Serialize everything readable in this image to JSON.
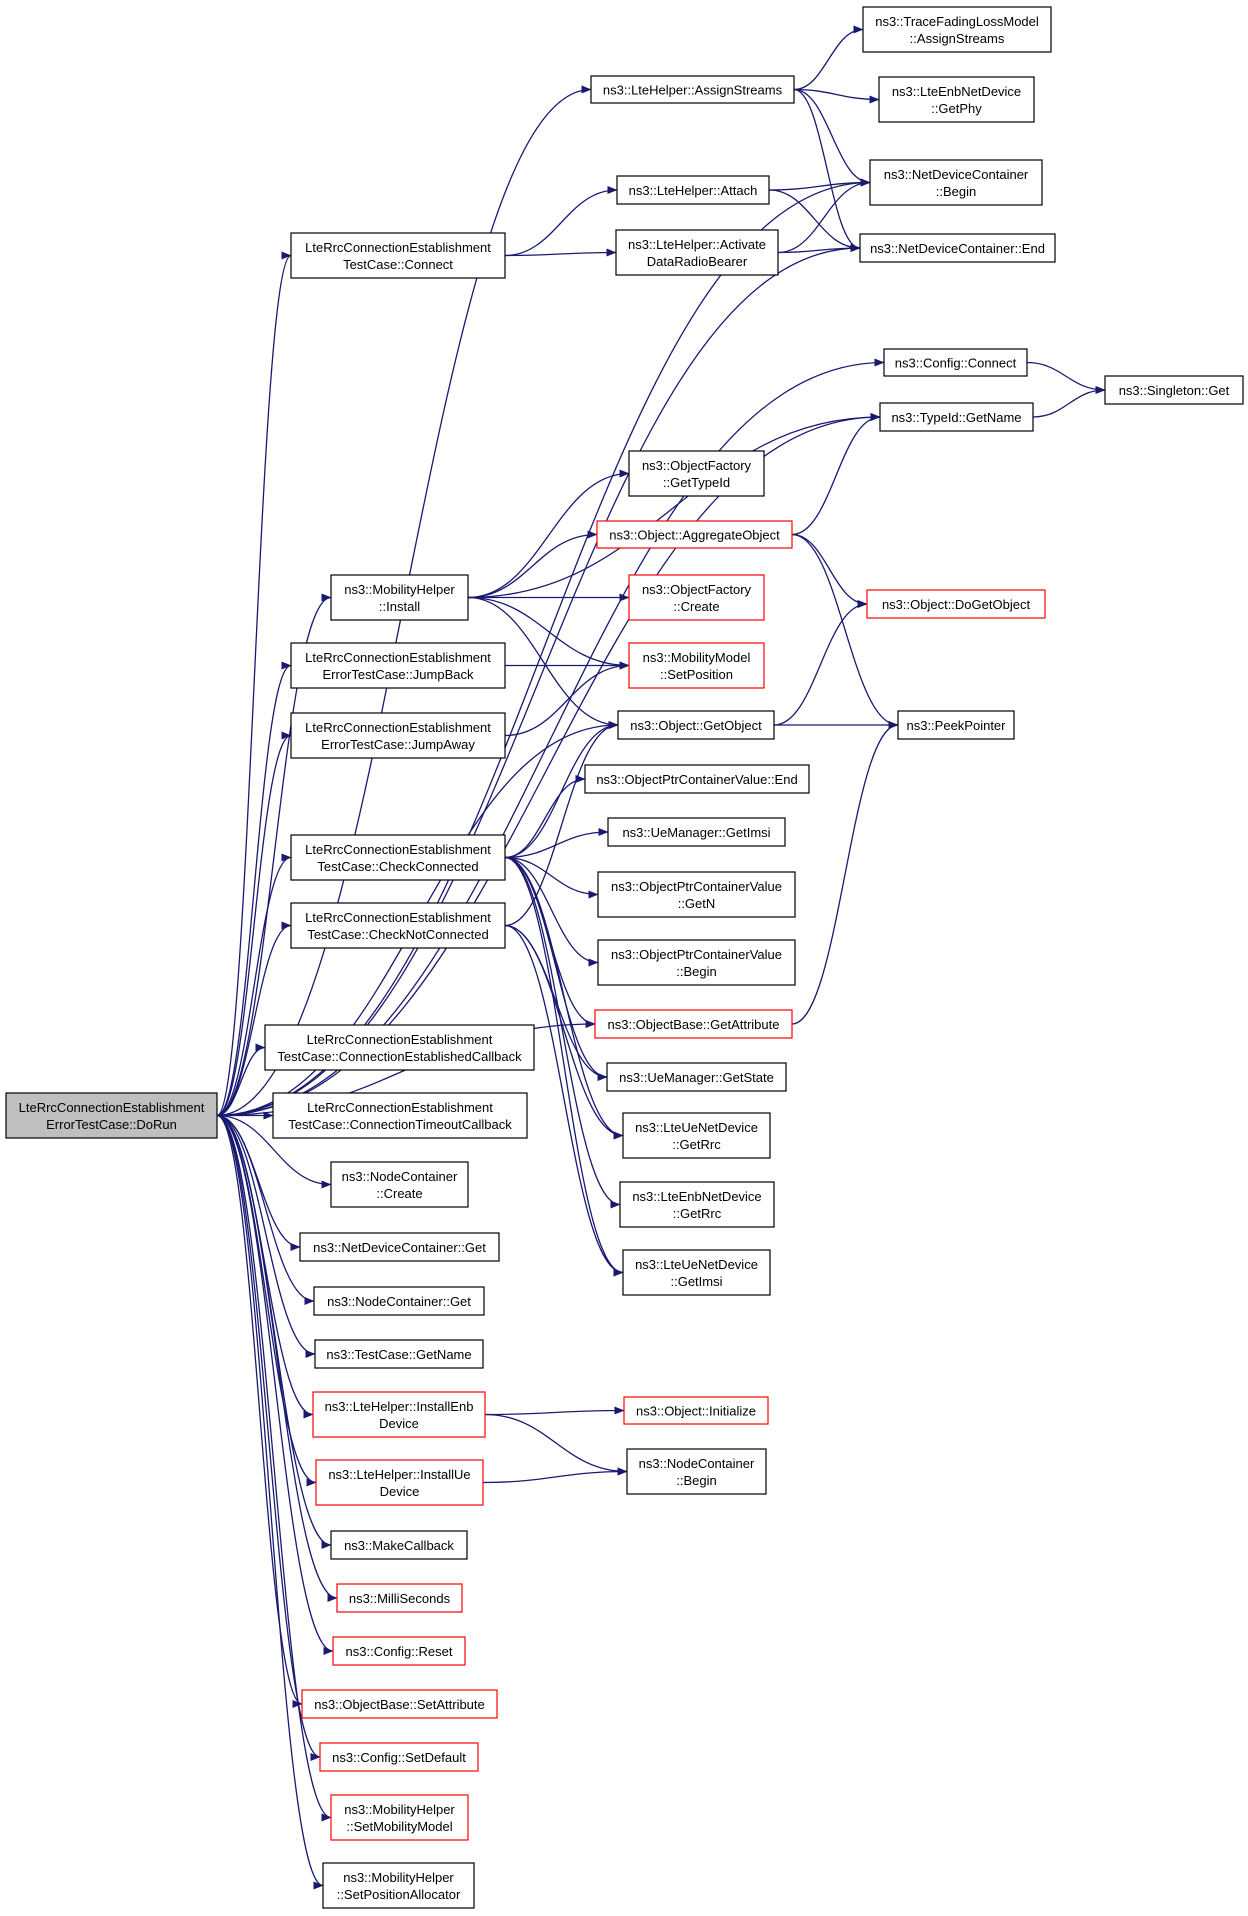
{
  "colors": {
    "edge": "#191970",
    "box_border": "#000000",
    "red_border": "#ff0000",
    "root_fill": "#bfbfbf",
    "box_fill": "#ffffff"
  },
  "nodes": [
    {
      "id": "doRun",
      "lines": [
        "LteRrcConnectionEstablishment",
        "ErrorTestCase::DoRun"
      ],
      "style": "root"
    },
    {
      "id": "connect",
      "lines": [
        "LteRrcConnectionEstablishment",
        "TestCase::Connect"
      ],
      "style": "normal"
    },
    {
      "id": "mhInstall",
      "lines": [
        "ns3::MobilityHelper",
        "::Install"
      ],
      "style": "normal"
    },
    {
      "id": "jumpBack",
      "lines": [
        "LteRrcConnectionEstablishment",
        "ErrorTestCase::JumpBack"
      ],
      "style": "normal"
    },
    {
      "id": "jumpAway",
      "lines": [
        "LteRrcConnectionEstablishment",
        "ErrorTestCase::JumpAway"
      ],
      "style": "normal"
    },
    {
      "id": "checkConnected",
      "lines": [
        "LteRrcConnectionEstablishment",
        "TestCase::CheckConnected"
      ],
      "style": "normal"
    },
    {
      "id": "checkNotConnected",
      "lines": [
        "LteRrcConnectionEstablishment",
        "TestCase::CheckNotConnected"
      ],
      "style": "normal"
    },
    {
      "id": "connEstCb",
      "lines": [
        "LteRrcConnectionEstablishment",
        "TestCase::ConnectionEstablishedCallback"
      ],
      "style": "normal"
    },
    {
      "id": "connTimeoutCb",
      "lines": [
        "LteRrcConnectionEstablishment",
        "TestCase::ConnectionTimeoutCallback"
      ],
      "style": "normal"
    },
    {
      "id": "ncCreate",
      "lines": [
        "ns3::NodeContainer",
        "::Create"
      ],
      "style": "normal"
    },
    {
      "id": "ndcGet",
      "lines": [
        "ns3::NetDeviceContainer::Get"
      ],
      "style": "normal"
    },
    {
      "id": "ncGet",
      "lines": [
        "ns3::NodeContainer::Get"
      ],
      "style": "normal"
    },
    {
      "id": "tcGetName",
      "lines": [
        "ns3::TestCase::GetName"
      ],
      "style": "normal"
    },
    {
      "id": "installEnb",
      "lines": [
        "ns3::LteHelper::InstallEnb",
        "Device"
      ],
      "style": "red"
    },
    {
      "id": "installUe",
      "lines": [
        "ns3::LteHelper::InstallUe",
        "Device"
      ],
      "style": "red"
    },
    {
      "id": "makeCallback",
      "lines": [
        "ns3::MakeCallback"
      ],
      "style": "normal"
    },
    {
      "id": "milliSeconds",
      "lines": [
        "ns3::MilliSeconds"
      ],
      "style": "red"
    },
    {
      "id": "configReset",
      "lines": [
        "ns3::Config::Reset"
      ],
      "style": "red"
    },
    {
      "id": "obSetAttribute",
      "lines": [
        "ns3::ObjectBase::SetAttribute"
      ],
      "style": "red"
    },
    {
      "id": "configSetDefault",
      "lines": [
        "ns3::Config::SetDefault"
      ],
      "style": "red"
    },
    {
      "id": "setMobilityModel",
      "lines": [
        "ns3::MobilityHelper",
        "::SetMobilityModel"
      ],
      "style": "red"
    },
    {
      "id": "setPosAlloc",
      "lines": [
        "ns3::MobilityHelper",
        "::SetPositionAllocator"
      ],
      "style": "normal"
    },
    {
      "id": "assignStreams",
      "lines": [
        "ns3::LteHelper::AssignStreams"
      ],
      "style": "normal"
    },
    {
      "id": "lteAttach",
      "lines": [
        "ns3::LteHelper::Attach"
      ],
      "style": "normal"
    },
    {
      "id": "activateDRB",
      "lines": [
        "ns3::LteHelper::Activate",
        "DataRadioBearer"
      ],
      "style": "normal"
    },
    {
      "id": "traceFading",
      "lines": [
        "ns3::TraceFadingLossModel",
        "::AssignStreams"
      ],
      "style": "normal"
    },
    {
      "id": "enbGetPhy",
      "lines": [
        "ns3::LteEnbNetDevice",
        "::GetPhy"
      ],
      "style": "normal"
    },
    {
      "id": "ndcBegin",
      "lines": [
        "ns3::NetDeviceContainer",
        "::Begin"
      ],
      "style": "normal"
    },
    {
      "id": "ndcEnd",
      "lines": [
        "ns3::NetDeviceContainer::End"
      ],
      "style": "normal"
    },
    {
      "id": "configConnect",
      "lines": [
        "ns3::Config::Connect"
      ],
      "style": "normal"
    },
    {
      "id": "singletonGet",
      "lines": [
        "ns3::Singleton::Get"
      ],
      "style": "normal"
    },
    {
      "id": "typeIdGetName",
      "lines": [
        "ns3::TypeId::GetName"
      ],
      "style": "normal"
    },
    {
      "id": "ofGetTypeId",
      "lines": [
        "ns3::ObjectFactory",
        "::GetTypeId"
      ],
      "style": "normal"
    },
    {
      "id": "aggregateObject",
      "lines": [
        "ns3::Object::AggregateObject"
      ],
      "style": "red"
    },
    {
      "id": "ofCreate",
      "lines": [
        "ns3::ObjectFactory",
        "::Create"
      ],
      "style": "red"
    },
    {
      "id": "doGetObject",
      "lines": [
        "ns3::Object::DoGetObject"
      ],
      "style": "red"
    },
    {
      "id": "mmSetPosition",
      "lines": [
        "ns3::MobilityModel",
        "::SetPosition"
      ],
      "style": "red"
    },
    {
      "id": "objGetObject",
      "lines": [
        "ns3::Object::GetObject"
      ],
      "style": "normal"
    },
    {
      "id": "peekPointer",
      "lines": [
        "ns3::PeekPointer"
      ],
      "style": "normal"
    },
    {
      "id": "opcvEnd",
      "lines": [
        "ns3::ObjectPtrContainerValue::End"
      ],
      "style": "normal"
    },
    {
      "id": "ueMgrGetImsi",
      "lines": [
        "ns3::UeManager::GetImsi"
      ],
      "style": "normal"
    },
    {
      "id": "opcvGetN",
      "lines": [
        "ns3::ObjectPtrContainerValue",
        "::GetN"
      ],
      "style": "normal"
    },
    {
      "id": "opcvBegin",
      "lines": [
        "ns3::ObjectPtrContainerValue",
        "::Begin"
      ],
      "style": "normal"
    },
    {
      "id": "obGetAttribute",
      "lines": [
        "ns3::ObjectBase::GetAttribute"
      ],
      "style": "red"
    },
    {
      "id": "ueMgrGetState",
      "lines": [
        "ns3::UeManager::GetState"
      ],
      "style": "normal"
    },
    {
      "id": "ueGetRrc",
      "lines": [
        "ns3::LteUeNetDevice",
        "::GetRrc"
      ],
      "style": "normal"
    },
    {
      "id": "enbGetRrc",
      "lines": [
        "ns3::LteEnbNetDevice",
        "::GetRrc"
      ],
      "style": "normal"
    },
    {
      "id": "ueGetImsi",
      "lines": [
        "ns3::LteUeNetDevice",
        "::GetImsi"
      ],
      "style": "normal"
    },
    {
      "id": "objInitialize",
      "lines": [
        "ns3::Object::Initialize"
      ],
      "style": "red"
    },
    {
      "id": "ncBegin",
      "lines": [
        "ns3::NodeContainer",
        "::Begin"
      ],
      "style": "normal"
    }
  ],
  "edges": [
    [
      "doRun",
      "assignStreams"
    ],
    [
      "doRun",
      "ndcBegin"
    ],
    [
      "doRun",
      "connect"
    ],
    [
      "doRun",
      "ndcEnd"
    ],
    [
      "doRun",
      "configConnect"
    ],
    [
      "doRun",
      "typeIdGetName"
    ],
    [
      "doRun",
      "mhInstall"
    ],
    [
      "doRun",
      "jumpBack"
    ],
    [
      "doRun",
      "jumpAway"
    ],
    [
      "doRun",
      "objGetObject"
    ],
    [
      "doRun",
      "checkConnected"
    ],
    [
      "doRun",
      "checkNotConnected"
    ],
    [
      "doRun",
      "obGetAttribute"
    ],
    [
      "doRun",
      "connEstCb"
    ],
    [
      "doRun",
      "connTimeoutCb"
    ],
    [
      "doRun",
      "ncCreate"
    ],
    [
      "doRun",
      "ndcGet"
    ],
    [
      "doRun",
      "ncGet"
    ],
    [
      "doRun",
      "tcGetName"
    ],
    [
      "doRun",
      "installEnb"
    ],
    [
      "doRun",
      "installUe"
    ],
    [
      "doRun",
      "makeCallback"
    ],
    [
      "doRun",
      "milliSeconds"
    ],
    [
      "doRun",
      "configReset"
    ],
    [
      "doRun",
      "obSetAttribute"
    ],
    [
      "doRun",
      "configSetDefault"
    ],
    [
      "doRun",
      "setMobilityModel"
    ],
    [
      "doRun",
      "setPosAlloc"
    ],
    [
      "assignStreams",
      "traceFading"
    ],
    [
      "assignStreams",
      "enbGetPhy"
    ],
    [
      "assignStreams",
      "ndcBegin"
    ],
    [
      "assignStreams",
      "ndcEnd"
    ],
    [
      "connect",
      "lteAttach"
    ],
    [
      "connect",
      "activateDRB"
    ],
    [
      "lteAttach",
      "ndcBegin"
    ],
    [
      "lteAttach",
      "ndcEnd"
    ],
    [
      "activateDRB",
      "ndcBegin"
    ],
    [
      "activateDRB",
      "ndcEnd"
    ],
    [
      "configConnect",
      "singletonGet"
    ],
    [
      "typeIdGetName",
      "singletonGet"
    ],
    [
      "mhInstall",
      "typeIdGetName"
    ],
    [
      "mhInstall",
      "ofGetTypeId"
    ],
    [
      "mhInstall",
      "aggregateObject"
    ],
    [
      "mhInstall",
      "ofCreate"
    ],
    [
      "mhInstall",
      "mmSetPosition"
    ],
    [
      "mhInstall",
      "objGetObject"
    ],
    [
      "aggregateObject",
      "typeIdGetName"
    ],
    [
      "aggregateObject",
      "doGetObject"
    ],
    [
      "aggregateObject",
      "peekPointer"
    ],
    [
      "jumpBack",
      "mmSetPosition"
    ],
    [
      "jumpAway",
      "mmSetPosition"
    ],
    [
      "objGetObject",
      "doGetObject"
    ],
    [
      "objGetObject",
      "peekPointer"
    ],
    [
      "obGetAttribute",
      "peekPointer"
    ],
    [
      "checkConnected",
      "objGetObject"
    ],
    [
      "checkConnected",
      "opcvEnd"
    ],
    [
      "checkConnected",
      "ueMgrGetImsi"
    ],
    [
      "checkConnected",
      "opcvGetN"
    ],
    [
      "checkConnected",
      "opcvBegin"
    ],
    [
      "checkConnected",
      "obGetAttribute"
    ],
    [
      "checkConnected",
      "ueMgrGetState"
    ],
    [
      "checkConnected",
      "ueGetRrc"
    ],
    [
      "checkConnected",
      "enbGetRrc"
    ],
    [
      "checkConnected",
      "ueGetImsi"
    ],
    [
      "checkNotConnected",
      "objGetObject"
    ],
    [
      "checkNotConnected",
      "ueMgrGetState"
    ],
    [
      "checkNotConnected",
      "ueGetRrc"
    ],
    [
      "checkNotConnected",
      "ueGetImsi"
    ],
    [
      "installEnb",
      "objInitialize"
    ],
    [
      "installEnb",
      "ncBegin"
    ],
    [
      "installUe",
      "ncBegin"
    ]
  ]
}
